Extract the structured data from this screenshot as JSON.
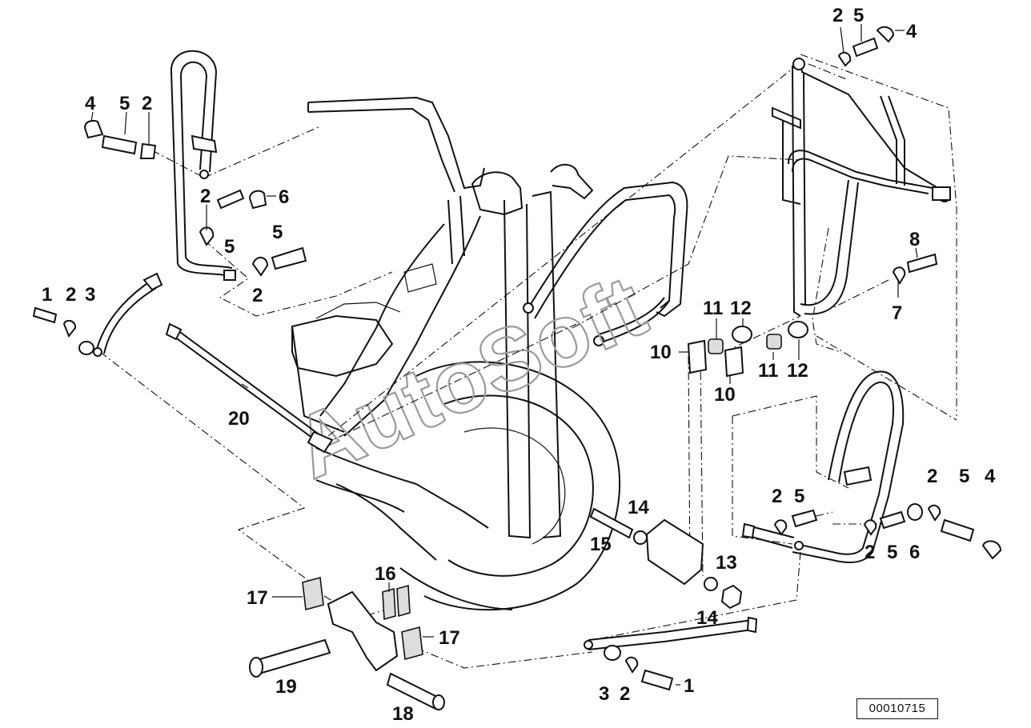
{
  "watermark": "AutoSoft",
  "reference_number": "00010715",
  "callouts": [
    {
      "id": "c1",
      "text": "4"
    },
    {
      "id": "c2",
      "text": "5"
    },
    {
      "id": "c3",
      "text": "2"
    },
    {
      "id": "c4",
      "text": "2"
    },
    {
      "id": "c5",
      "text": "6"
    },
    {
      "id": "c6",
      "text": "5"
    },
    {
      "id": "c7",
      "text": "5"
    },
    {
      "id": "c8",
      "text": "2"
    },
    {
      "id": "c9",
      "text": "1"
    },
    {
      "id": "c10",
      "text": "2"
    },
    {
      "id": "c11",
      "text": "3"
    },
    {
      "id": "c12",
      "text": "20"
    },
    {
      "id": "c13",
      "text": "2"
    },
    {
      "id": "c14",
      "text": "5"
    },
    {
      "id": "c15",
      "text": "4"
    },
    {
      "id": "c16",
      "text": "8"
    },
    {
      "id": "c17",
      "text": "7"
    },
    {
      "id": "c18",
      "text": "11"
    },
    {
      "id": "c19",
      "text": "12"
    },
    {
      "id": "c20",
      "text": "10"
    },
    {
      "id": "c21",
      "text": "10"
    },
    {
      "id": "c22",
      "text": "11"
    },
    {
      "id": "c23",
      "text": "12"
    },
    {
      "id": "c24",
      "text": "14"
    },
    {
      "id": "c25",
      "text": "15"
    },
    {
      "id": "c26",
      "text": "13"
    },
    {
      "id": "c27",
      "text": "14"
    },
    {
      "id": "c28",
      "text": "2"
    },
    {
      "id": "c29",
      "text": "5"
    },
    {
      "id": "c30",
      "text": "2"
    },
    {
      "id": "c31",
      "text": "5"
    },
    {
      "id": "c32",
      "text": "4"
    },
    {
      "id": "c33",
      "text": "2"
    },
    {
      "id": "c34",
      "text": "5"
    },
    {
      "id": "c35",
      "text": "6"
    },
    {
      "id": "c36",
      "text": "16"
    },
    {
      "id": "c37",
      "text": "17"
    },
    {
      "id": "c38",
      "text": "17"
    },
    {
      "id": "c39",
      "text": "19"
    },
    {
      "id": "c40",
      "text": "18"
    },
    {
      "id": "c41",
      "text": "3"
    },
    {
      "id": "c42",
      "text": "2"
    },
    {
      "id": "c43",
      "text": "1"
    }
  ]
}
